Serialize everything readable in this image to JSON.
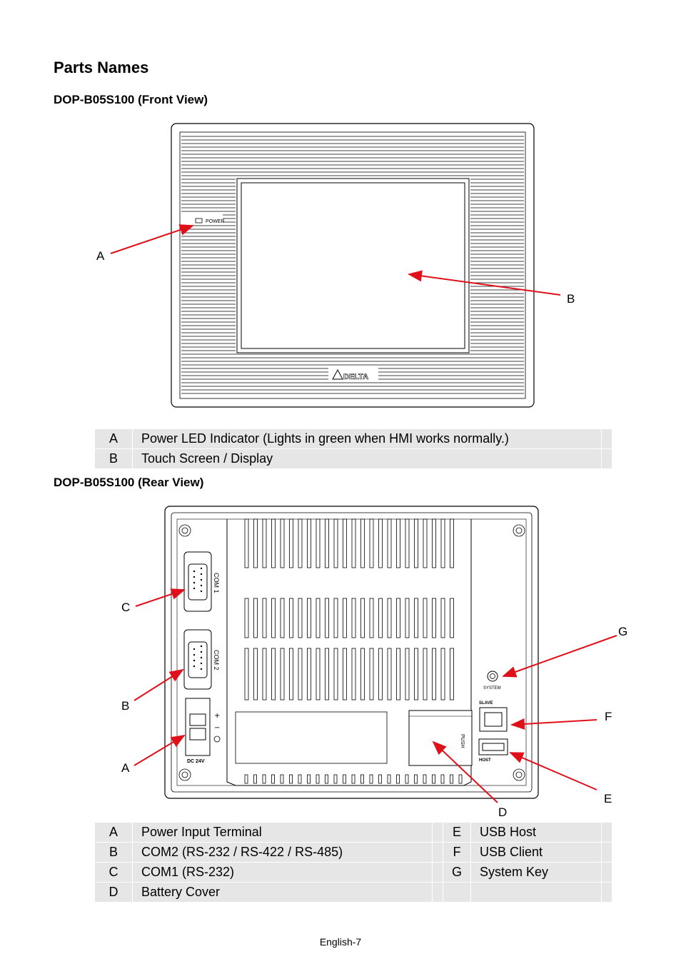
{
  "title": "Parts Names",
  "front": {
    "heading": "DOP-B05S100 (Front View)",
    "power_label": "POWER",
    "logo_text": "DELTA",
    "callouts": {
      "a": "A",
      "b": "B"
    },
    "parts": [
      {
        "letter": "A",
        "desc": "Power LED Indicator (Lights in green when HMI works normally.)"
      },
      {
        "letter": "B",
        "desc": "Touch Screen / Display"
      }
    ]
  },
  "rear": {
    "heading": "DOP-B05S100 (Rear View)",
    "labels": {
      "com1": "COM 1",
      "com2": "COM 2",
      "dc": "DC 24V",
      "system": "SYSTEM",
      "slave": "SLAVE",
      "host": "HOST",
      "battery": "PUSH"
    },
    "callouts": {
      "a": "A",
      "b": "B",
      "c": "C",
      "d": "D",
      "e": "E",
      "f": "F",
      "g": "G"
    },
    "parts": [
      {
        "l1": "A",
        "d1": "Power Input Terminal",
        "l2": "E",
        "d2": "USB Host"
      },
      {
        "l1": "B",
        "d1": "COM2 (RS-232 / RS-422 / RS-485)",
        "l2": "F",
        "d2": "USB Client"
      },
      {
        "l1": "C",
        "d1": "COM1 (RS-232)",
        "l2": "G",
        "d2": "System Key"
      },
      {
        "l1": "D",
        "d1": "Battery Cover",
        "l2": "",
        "d2": ""
      }
    ]
  },
  "footer": "English-7"
}
